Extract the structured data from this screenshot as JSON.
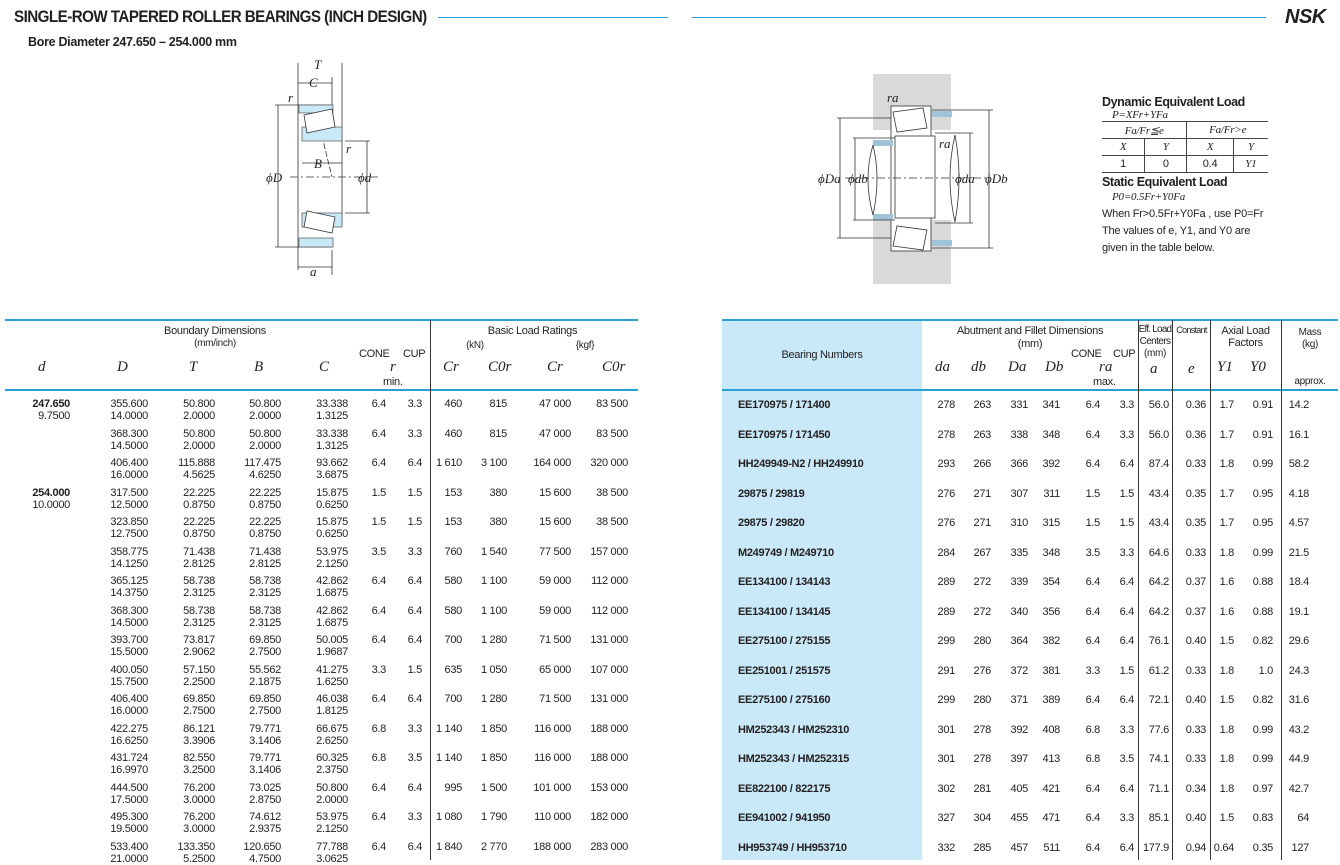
{
  "header": {
    "title": "SINGLE-ROW TAPERED ROLLER BEARINGS (INCH DESIGN)",
    "subtitle": "Bore Diameter   247.650 – 254.000 mm",
    "brand": "NSK"
  },
  "diagram_left": {
    "labels": {
      "T": "T",
      "C": "C",
      "r1": "r",
      "r2": "r",
      "B": "B",
      "D": "ϕD",
      "d": "ϕd",
      "a": "a"
    }
  },
  "diagram_right": {
    "labels": {
      "ra1": "ra",
      "ra2": "ra",
      "Da": "ϕDa",
      "db": "ϕdb",
      "da": "ϕda",
      "Db": "ϕDb"
    }
  },
  "equivalent_load": {
    "dynamic_title": "Dynamic Equivalent Load",
    "dynamic_formula": "P=XFr+YFa",
    "cond1": "Fa/Fr≦e",
    "cond2": "Fa/Fr>e",
    "cols": [
      "X",
      "Y",
      "X",
      "Y"
    ],
    "vals": [
      "1",
      "0",
      "0.4",
      "Y1"
    ],
    "static_title": "Static Equivalent Load",
    "static_formula": "P0=0.5Fr+Y0Fa",
    "note1": "When Fr>0.5Fr+Y0Fa , use P0=Fr",
    "note2": "The values of e, Y1, and Y0 are",
    "note3": "given in the table below."
  },
  "left_table": {
    "group_boundary": "Boundary Dimensions",
    "unit_boundary": "(mm/inch)",
    "group_load": "Basic Load Ratings",
    "unit_kn": "(kN)",
    "unit_kgf": "{kgf}",
    "cols": {
      "d": "d",
      "D": "D",
      "T": "T",
      "B": "B",
      "C": "C",
      "cone": "CONE",
      "cup": "CUP",
      "r": "r",
      "rmin": "min.",
      "Cr": "Cr",
      "C0r": "C0r",
      "Cr2": "Cr",
      "C0r2": "C0r"
    },
    "rows": [
      {
        "d": "247.650",
        "d_in": "9.7500",
        "D": "355.600",
        "D_in": "14.0000",
        "T": "50.800",
        "T_in": "2.0000",
        "B": "50.800",
        "B_in": "2.0000",
        "C": "33.338",
        "C_in": "1.3125",
        "r_cone": "6.4",
        "r_cup": "3.3",
        "Cr": "460",
        "C0r": "815",
        "Cr_kgf": "47 000",
        "C0r_kgf": "83 500"
      },
      {
        "d": "",
        "d_in": "",
        "D": "368.300",
        "D_in": "14.5000",
        "T": "50.800",
        "T_in": "2.0000",
        "B": "50.800",
        "B_in": "2.0000",
        "C": "33.338",
        "C_in": "1.3125",
        "r_cone": "6.4",
        "r_cup": "3.3",
        "Cr": "460",
        "C0r": "815",
        "Cr_kgf": "47 000",
        "C0r_kgf": "83 500"
      },
      {
        "d": "",
        "d_in": "",
        "D": "406.400",
        "D_in": "16.0000",
        "T": "115.888",
        "T_in": "4.5625",
        "B": "117.475",
        "B_in": "4.6250",
        "C": "93.662",
        "C_in": "3.6875",
        "r_cone": "6.4",
        "r_cup": "6.4",
        "Cr": "1 610",
        "C0r": "3 100",
        "Cr_kgf": "164 000",
        "C0r_kgf": "320 000"
      },
      {
        "d": "254.000",
        "d_in": "10.0000",
        "D": "317.500",
        "D_in": "12.5000",
        "T": "22.225",
        "T_in": "0.8750",
        "B": "22.225",
        "B_in": "0.8750",
        "C": "15.875",
        "C_in": "0.6250",
        "r_cone": "1.5",
        "r_cup": "1.5",
        "Cr": "153",
        "C0r": "380",
        "Cr_kgf": "15 600",
        "C0r_kgf": "38 500"
      },
      {
        "d": "",
        "d_in": "",
        "D": "323.850",
        "D_in": "12.7500",
        "T": "22.225",
        "T_in": "0.8750",
        "B": "22.225",
        "B_in": "0.8750",
        "C": "15.875",
        "C_in": "0.6250",
        "r_cone": "1.5",
        "r_cup": "1.5",
        "Cr": "153",
        "C0r": "380",
        "Cr_kgf": "15 600",
        "C0r_kgf": "38 500"
      },
      {
        "d": "",
        "d_in": "",
        "D": "358.775",
        "D_in": "14.1250",
        "T": "71.438",
        "T_in": "2.8125",
        "B": "71.438",
        "B_in": "2.8125",
        "C": "53.975",
        "C_in": "2.1250",
        "r_cone": "3.5",
        "r_cup": "3.3",
        "Cr": "760",
        "C0r": "1 540",
        "Cr_kgf": "77 500",
        "C0r_kgf": "157 000"
      },
      {
        "d": "",
        "d_in": "",
        "D": "365.125",
        "D_in": "14.3750",
        "T": "58.738",
        "T_in": "2.3125",
        "B": "58.738",
        "B_in": "2.3125",
        "C": "42.862",
        "C_in": "1.6875",
        "r_cone": "6.4",
        "r_cup": "6.4",
        "Cr": "580",
        "C0r": "1 100",
        "Cr_kgf": "59 000",
        "C0r_kgf": "112 000"
      },
      {
        "d": "",
        "d_in": "",
        "D": "368.300",
        "D_in": "14.5000",
        "T": "58.738",
        "T_in": "2.3125",
        "B": "58.738",
        "B_in": "2.3125",
        "C": "42.862",
        "C_in": "1.6875",
        "r_cone": "6.4",
        "r_cup": "6.4",
        "Cr": "580",
        "C0r": "1 100",
        "Cr_kgf": "59 000",
        "C0r_kgf": "112 000"
      },
      {
        "d": "",
        "d_in": "",
        "D": "393.700",
        "D_in": "15.5000",
        "T": "73.817",
        "T_in": "2.9062",
        "B": "69.850",
        "B_in": "2.7500",
        "C": "50.005",
        "C_in": "1.9687",
        "r_cone": "6.4",
        "r_cup": "6.4",
        "Cr": "700",
        "C0r": "1 280",
        "Cr_kgf": "71 500",
        "C0r_kgf": "131 000"
      },
      {
        "d": "",
        "d_in": "",
        "D": "400.050",
        "D_in": "15.7500",
        "T": "57.150",
        "T_in": "2.2500",
        "B": "55.562",
        "B_in": "2.1875",
        "C": "41.275",
        "C_in": "1.6250",
        "r_cone": "3.3",
        "r_cup": "1.5",
        "Cr": "635",
        "C0r": "1 050",
        "Cr_kgf": "65 000",
        "C0r_kgf": "107 000"
      },
      {
        "d": "",
        "d_in": "",
        "D": "406.400",
        "D_in": "16.0000",
        "T": "69.850",
        "T_in": "2.7500",
        "B": "69.850",
        "B_in": "2.7500",
        "C": "46.038",
        "C_in": "1.8125",
        "r_cone": "6.4",
        "r_cup": "6.4",
        "Cr": "700",
        "C0r": "1 280",
        "Cr_kgf": "71 500",
        "C0r_kgf": "131 000"
      },
      {
        "d": "",
        "d_in": "",
        "D": "422.275",
        "D_in": "16.6250",
        "T": "86.121",
        "T_in": "3.3906",
        "B": "79.771",
        "B_in": "3.1406",
        "C": "66.675",
        "C_in": "2.6250",
        "r_cone": "6.8",
        "r_cup": "3.3",
        "Cr": "1 140",
        "C0r": "1 850",
        "Cr_kgf": "116 000",
        "C0r_kgf": "188 000"
      },
      {
        "d": "",
        "d_in": "",
        "D": "431.724",
        "D_in": "16.9970",
        "T": "82.550",
        "T_in": "3.2500",
        "B": "79.771",
        "B_in": "3.1406",
        "C": "60.325",
        "C_in": "2.3750",
        "r_cone": "6.8",
        "r_cup": "3.5",
        "Cr": "1 140",
        "C0r": "1 850",
        "Cr_kgf": "116 000",
        "C0r_kgf": "188 000"
      },
      {
        "d": "",
        "d_in": "",
        "D": "444.500",
        "D_in": "17.5000",
        "T": "76.200",
        "T_in": "3.0000",
        "B": "73.025",
        "B_in": "2.8750",
        "C": "50.800",
        "C_in": "2.0000",
        "r_cone": "6.4",
        "r_cup": "6.4",
        "Cr": "995",
        "C0r": "1 500",
        "Cr_kgf": "101 000",
        "C0r_kgf": "153 000"
      },
      {
        "d": "",
        "d_in": "",
        "D": "495.300",
        "D_in": "19.5000",
        "T": "76.200",
        "T_in": "3.0000",
        "B": "74.612",
        "B_in": "2.9375",
        "C": "53.975",
        "C_in": "2.1250",
        "r_cone": "6.4",
        "r_cup": "3.3",
        "Cr": "1 080",
        "C0r": "1 790",
        "Cr_kgf": "110 000",
        "C0r_kgf": "182 000"
      },
      {
        "d": "",
        "d_in": "",
        "D": "533.400",
        "D_in": "21.0000",
        "T": "133.350",
        "T_in": "5.2500",
        "B": "120.650",
        "B_in": "4.7500",
        "C": "77.788",
        "C_in": "3.0625",
        "r_cone": "6.4",
        "r_cup": "6.4",
        "Cr": "1 840",
        "C0r": "2 770",
        "Cr_kgf": "188 000",
        "C0r_kgf": "283 000"
      }
    ]
  },
  "right_table": {
    "bearing_numbers": "Bearing Numbers",
    "group_abutment": "Abutment and Fillet Dimensions",
    "unit_abutment": "(mm)",
    "eff_load": "Eff. Load",
    "centers": "Centers",
    "unit_a": "(mm)",
    "constant": "Constant",
    "axial": "Axial Load",
    "factors": "Factors",
    "mass": "Mass",
    "unit_mass": "(kg)",
    "approx": "approx.",
    "cols": {
      "da": "da",
      "db": "db",
      "Da": "Da",
      "Db": "Db",
      "cone": "CONE",
      "cup": "CUP",
      "ra": "ra",
      "max": "max.",
      "a": "a",
      "e": "e",
      "Y1": "Y1",
      "Y0": "Y0"
    },
    "rows": [
      {
        "bearing": "EE170975 / 171400",
        "da": "278",
        "db": "263",
        "Da": "331",
        "Db": "341",
        "ra_cone": "6.4",
        "ra_cup": "3.3",
        "a": "56.0",
        "e": "0.36",
        "Y1": "1.7",
        "Y0": "0.91",
        "mass": "14.2"
      },
      {
        "bearing": "EE170975 / 171450",
        "da": "278",
        "db": "263",
        "Da": "338",
        "Db": "348",
        "ra_cone": "6.4",
        "ra_cup": "3.3",
        "a": "56.0",
        "e": "0.36",
        "Y1": "1.7",
        "Y0": "0.91",
        "mass": "16.1"
      },
      {
        "bearing": "HH249949-N2 / HH249910",
        "da": "293",
        "db": "266",
        "Da": "366",
        "Db": "392",
        "ra_cone": "6.4",
        "ra_cup": "6.4",
        "a": "87.4",
        "e": "0.33",
        "Y1": "1.8",
        "Y0": "0.99",
        "mass": "58.2"
      },
      {
        "bearing": "29875 / 29819",
        "da": "276",
        "db": "271",
        "Da": "307",
        "Db": "311",
        "ra_cone": "1.5",
        "ra_cup": "1.5",
        "a": "43.4",
        "e": "0.35",
        "Y1": "1.7",
        "Y0": "0.95",
        "mass": "4.18"
      },
      {
        "bearing": "29875 / 29820",
        "da": "276",
        "db": "271",
        "Da": "310",
        "Db": "315",
        "ra_cone": "1.5",
        "ra_cup": "1.5",
        "a": "43.4",
        "e": "0.35",
        "Y1": "1.7",
        "Y0": "0.95",
        "mass": "4.57"
      },
      {
        "bearing": "M249749 / M249710",
        "da": "284",
        "db": "267",
        "Da": "335",
        "Db": "348",
        "ra_cone": "3.5",
        "ra_cup": "3.3",
        "a": "64.6",
        "e": "0.33",
        "Y1": "1.8",
        "Y0": "0.99",
        "mass": "21.5"
      },
      {
        "bearing": "EE134100 / 134143",
        "da": "289",
        "db": "272",
        "Da": "339",
        "Db": "354",
        "ra_cone": "6.4",
        "ra_cup": "6.4",
        "a": "64.2",
        "e": "0.37",
        "Y1": "1.6",
        "Y0": "0.88",
        "mass": "18.4"
      },
      {
        "bearing": "EE134100 / 134145",
        "da": "289",
        "db": "272",
        "Da": "340",
        "Db": "356",
        "ra_cone": "6.4",
        "ra_cup": "6.4",
        "a": "64.2",
        "e": "0.37",
        "Y1": "1.6",
        "Y0": "0.88",
        "mass": "19.1"
      },
      {
        "bearing": "EE275100 / 275155",
        "da": "299",
        "db": "280",
        "Da": "364",
        "Db": "382",
        "ra_cone": "6.4",
        "ra_cup": "6.4",
        "a": "76.1",
        "e": "0.40",
        "Y1": "1.5",
        "Y0": "0.82",
        "mass": "29.6"
      },
      {
        "bearing": "EE251001 / 251575",
        "da": "291",
        "db": "276",
        "Da": "372",
        "Db": "381",
        "ra_cone": "3.3",
        "ra_cup": "1.5",
        "a": "61.2",
        "e": "0.33",
        "Y1": "1.8",
        "Y0": "1.0",
        "mass": "24.3"
      },
      {
        "bearing": "EE275100 / 275160",
        "da": "299",
        "db": "280",
        "Da": "371",
        "Db": "389",
        "ra_cone": "6.4",
        "ra_cup": "6.4",
        "a": "72.1",
        "e": "0.40",
        "Y1": "1.5",
        "Y0": "0.82",
        "mass": "31.6"
      },
      {
        "bearing": "HM252343 / HM252310",
        "da": "301",
        "db": "278",
        "Da": "392",
        "Db": "408",
        "ra_cone": "6.8",
        "ra_cup": "3.3",
        "a": "77.6",
        "e": "0.33",
        "Y1": "1.8",
        "Y0": "0.99",
        "mass": "43.2"
      },
      {
        "bearing": "HM252343 / HM252315",
        "da": "301",
        "db": "278",
        "Da": "397",
        "Db": "413",
        "ra_cone": "6.8",
        "ra_cup": "3.5",
        "a": "74.1",
        "e": "0.33",
        "Y1": "1.8",
        "Y0": "0.99",
        "mass": "44.9"
      },
      {
        "bearing": "EE822100 / 822175",
        "da": "302",
        "db": "281",
        "Da": "405",
        "Db": "421",
        "ra_cone": "6.4",
        "ra_cup": "6.4",
        "a": "71.1",
        "e": "0.34",
        "Y1": "1.8",
        "Y0": "0.97",
        "mass": "42.7"
      },
      {
        "bearing": "EE941002 / 941950",
        "da": "327",
        "db": "304",
        "Da": "455",
        "Db": "471",
        "ra_cone": "6.4",
        "ra_cup": "3.3",
        "a": "85.1",
        "e": "0.40",
        "Y1": "1.5",
        "Y0": "0.83",
        "mass": "64"
      },
      {
        "bearing": "HH953749 / HH953710",
        "da": "332",
        "db": "285",
        "Da": "457",
        "Db": "511",
        "ra_cone": "6.4",
        "ra_cup": "6.4",
        "a": "177.9",
        "e": "0.94",
        "Y1": "0.64",
        "Y0": "0.35",
        "mass": "127"
      }
    ]
  },
  "colors": {
    "accent": "#2a9fd6",
    "blue_fill": "#c9e8f8",
    "housing": "#d9d9d9"
  }
}
